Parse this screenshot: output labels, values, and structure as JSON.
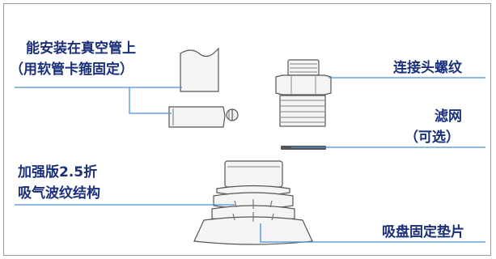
{
  "labels": {
    "hose_mount_line1": "能安装在真空管上",
    "hose_mount_line2": "（用软管卡箍固定）",
    "thread_connector": "连接头螺纹",
    "filter_line1": "滤网",
    "filter_line2": "（可选）",
    "bellows_line1": "加强版2.5折",
    "bellows_line2": "吸气波纹结构",
    "fixing_plate": "吸盘固定垫片"
  },
  "colors": {
    "label_text": "#1a2f7a",
    "leader_line": "#4a8fd4",
    "part_outline": "#555555",
    "part_fill": "#f4f4f4"
  }
}
